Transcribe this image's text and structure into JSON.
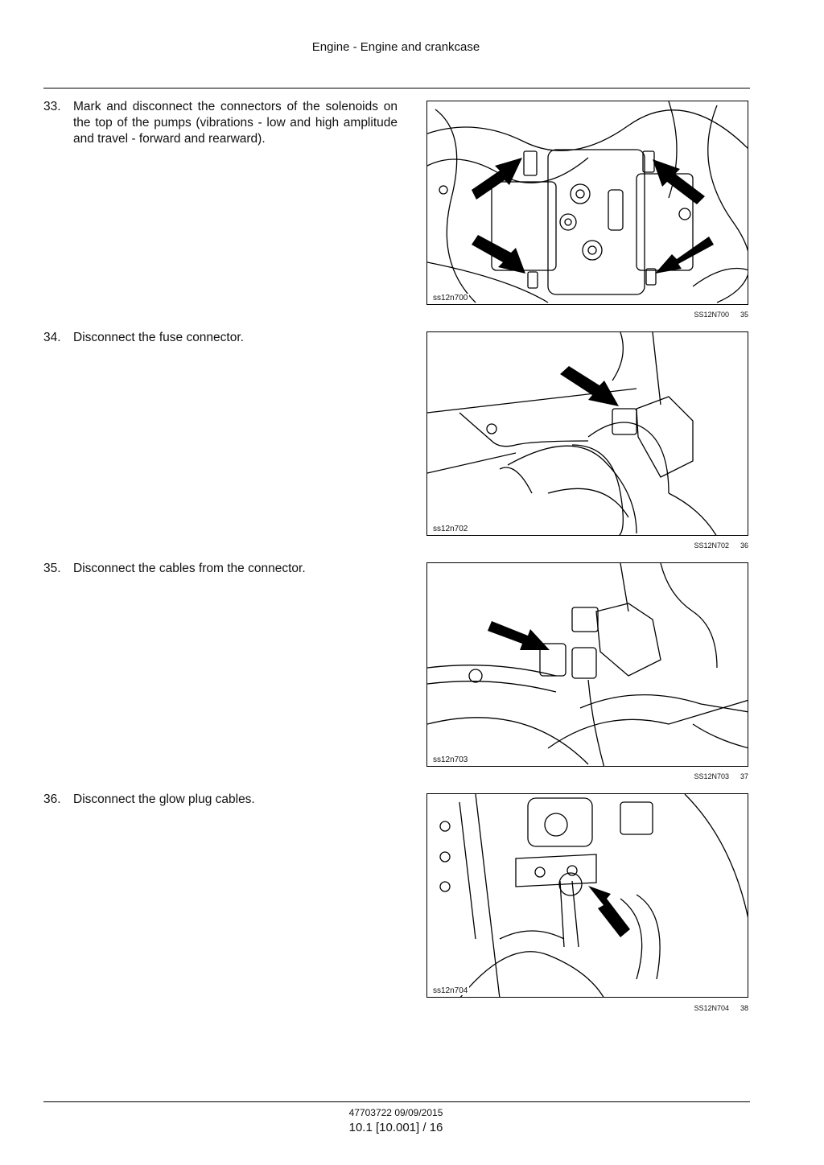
{
  "header": {
    "title": "Engine - Engine and crankcase"
  },
  "steps": [
    {
      "number": "33.",
      "text": "Mark and disconnect the connectors of the solenoids on the top of the pumps (vibrations - low and high amplitude and travel - forward and rearward).",
      "figure": {
        "image_id": "ss12n700",
        "code": "SS12N700",
        "number": "35"
      }
    },
    {
      "number": "34.",
      "text": "Disconnect the fuse connector.",
      "figure": {
        "image_id": "ss12n702",
        "code": "SS12N702",
        "number": "36"
      }
    },
    {
      "number": "35.",
      "text": "Disconnect the cables from the connector.",
      "figure": {
        "image_id": "ss12n703",
        "code": "SS12N703",
        "number": "37"
      }
    },
    {
      "number": "36.",
      "text": "Disconnect the glow plug cables.",
      "figure": {
        "image_id": "ss12n704",
        "code": "SS12N704",
        "number": "38"
      }
    }
  ],
  "footer": {
    "doc_ref": "47703722 09/09/2015",
    "page": "10.1 [10.001] / 16"
  }
}
